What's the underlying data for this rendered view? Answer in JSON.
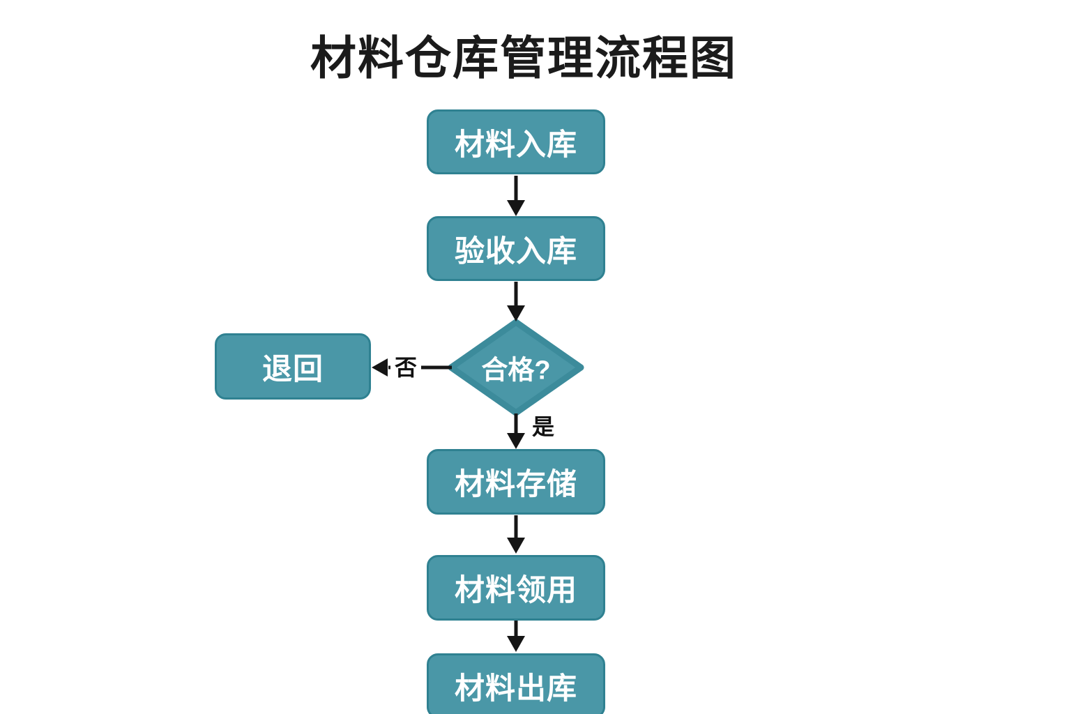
{
  "title": "材料仓库管理流程图",
  "flowchart": {
    "nodes": [
      {
        "id": "material-inbound",
        "label": "材料入库",
        "shape": "rounded-rect"
      },
      {
        "id": "acceptance-inbound",
        "label": "验收入库",
        "shape": "rounded-rect"
      },
      {
        "id": "qualified-decision",
        "label": "合格?",
        "shape": "diamond"
      },
      {
        "id": "return",
        "label": "退回",
        "shape": "rounded-rect"
      },
      {
        "id": "material-storage",
        "label": "材料存储",
        "shape": "rounded-rect"
      },
      {
        "id": "material-requisition",
        "label": "材料领用",
        "shape": "rounded-rect"
      },
      {
        "id": "material-outbound",
        "label": "材料出库",
        "shape": "rounded-rect"
      }
    ],
    "edge_labels": {
      "no": "否",
      "yes": "是"
    },
    "colors": {
      "node_fill": "#4a97a7",
      "node_border": "#2f8191",
      "node_text": "#ffffff",
      "arrow": "#151515",
      "title": "#1b1b1b",
      "background": "#ffffff"
    }
  }
}
